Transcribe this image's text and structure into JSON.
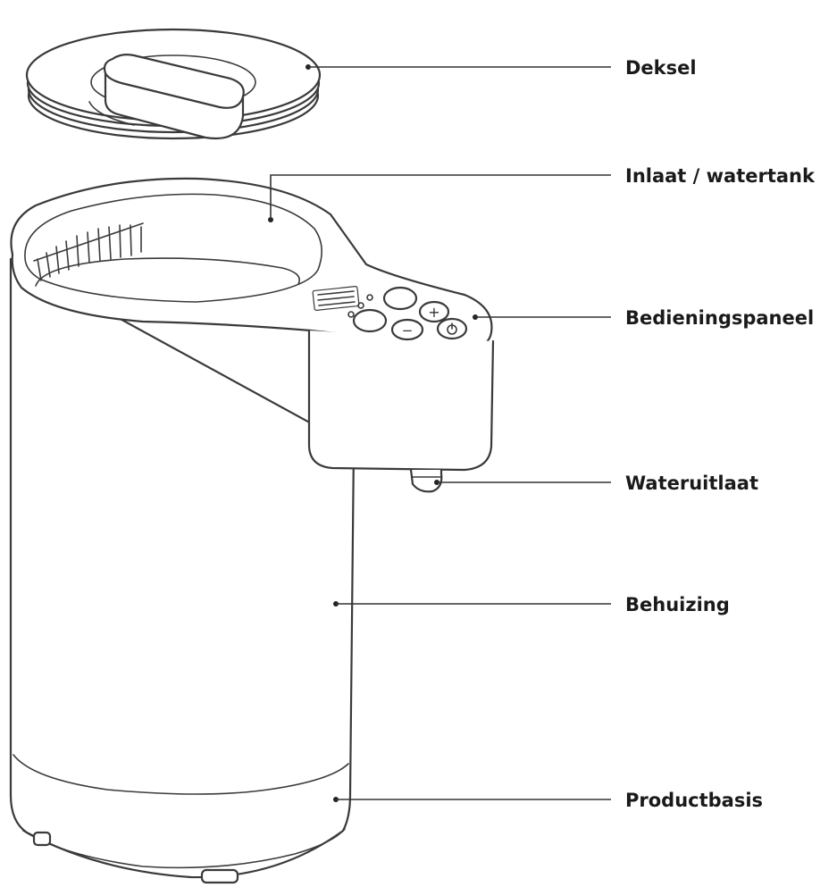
{
  "labels": {
    "lid": "Deksel",
    "inlet": "Inlaat / watertank",
    "control_panel": "Bedieningspaneel",
    "outlet": "Wateruitlaat",
    "housing": "Behuizing",
    "base": "Productbasis"
  },
  "panel_buttons": {
    "plus": "+",
    "minus": "−"
  },
  "icons": {
    "power": "power-icon"
  }
}
